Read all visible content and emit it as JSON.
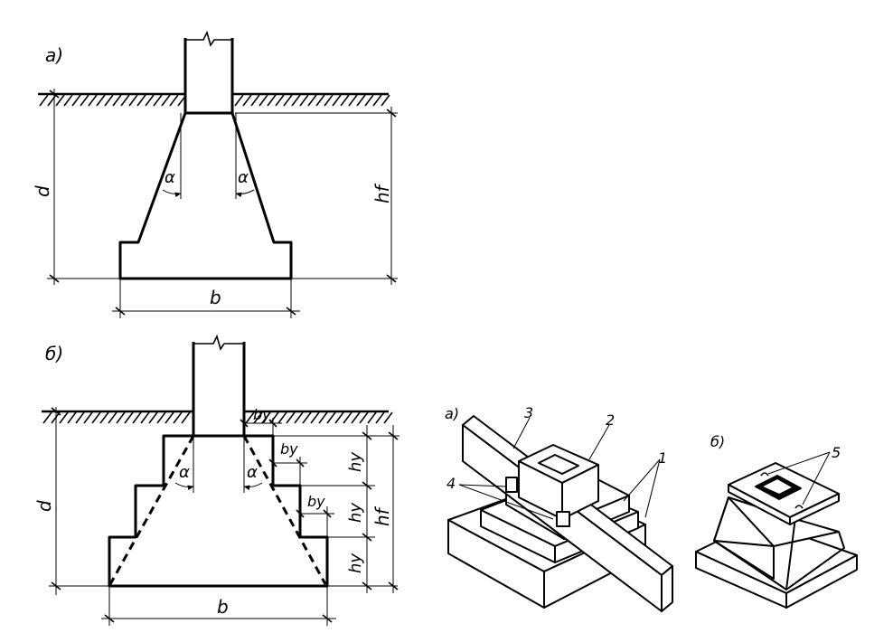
{
  "panels": {
    "a": {
      "label": "а)"
    },
    "b": {
      "label": "б)"
    },
    "iso_a": {
      "label": "а)"
    },
    "iso_b": {
      "label": "б)"
    }
  },
  "labels": {
    "d": "d",
    "hf": "hf",
    "b": "b",
    "alpha": "α",
    "hy": "hy",
    "by": "by"
  },
  "callouts": [
    "1",
    "2",
    "3",
    "4",
    "5"
  ]
}
